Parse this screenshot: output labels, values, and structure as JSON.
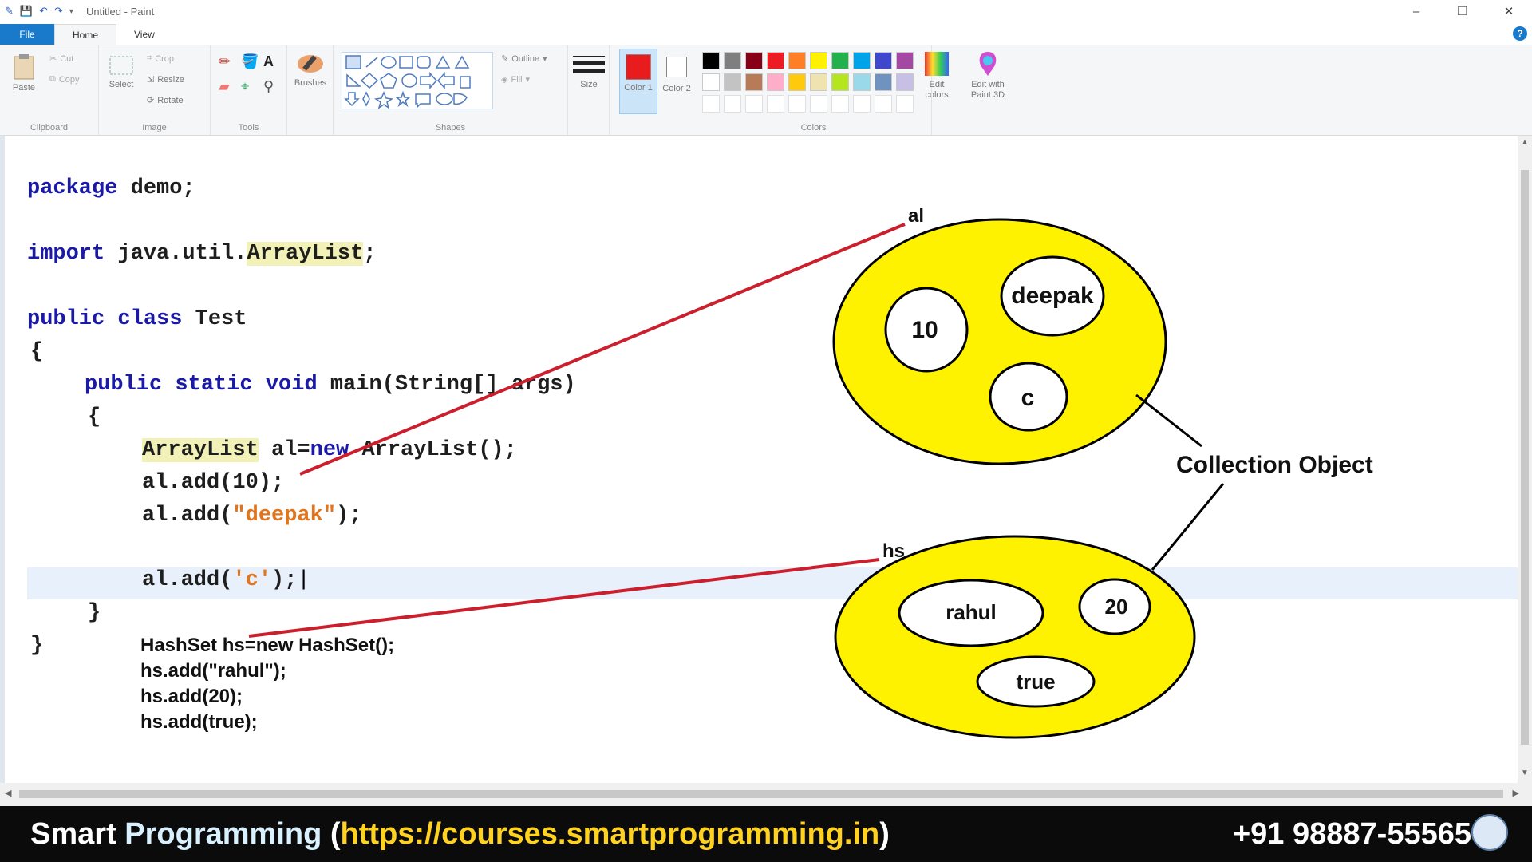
{
  "window": {
    "title": "Untitled - Paint",
    "controls": [
      "–",
      "❐",
      "✕"
    ]
  },
  "tabs": [
    {
      "label": "File"
    },
    {
      "label": "Home"
    },
    {
      "label": "View"
    }
  ],
  "ribbon": {
    "clipboard": {
      "paste": "Paste",
      "cut": "Cut",
      "copy": "Copy",
      "label": "Clipboard"
    },
    "image": {
      "select": "Select",
      "crop": "Crop",
      "resize": "Resize",
      "rotate": "Rotate",
      "label": "Image"
    },
    "tools": {
      "label": "Tools"
    },
    "brushes": {
      "label": "Brushes"
    },
    "shapes": {
      "outline": "Outline",
      "fill": "Fill",
      "label": "Shapes"
    },
    "size": {
      "label": "Size"
    },
    "color1": {
      "label": "Color 1",
      "value": "#e81c1c"
    },
    "color2": {
      "label": "Color 2",
      "value": "#ffffff"
    },
    "colors": {
      "label": "Colors",
      "palette_row1": [
        "#000000",
        "#7f7f7f",
        "#880015",
        "#ed1c24",
        "#ff7f27",
        "#fff200",
        "#22b14c",
        "#00a2e8",
        "#3f48cc",
        "#a349a4"
      ],
      "palette_row2": [
        "#ffffff",
        "#c3c3c3",
        "#b97a57",
        "#ffaec9",
        "#ffc90e",
        "#efe4b0",
        "#b5e61d",
        "#99d9ea",
        "#7092be",
        "#c8bfe7"
      ]
    },
    "edit_colors": "Edit colors",
    "edit_paint3d": "Edit with Paint 3D"
  },
  "code": {
    "line1": {
      "kw": "package",
      "rest": " demo;"
    },
    "line2": {
      "kw": "import",
      "mid": " java.util.",
      "hl": "ArrayList",
      "end": ";"
    },
    "line3": {
      "kw": "public class",
      "rest": " Test"
    },
    "line4": "{",
    "line5": {
      "kw": "public static void",
      "rest": " main(String[] args)"
    },
    "line6": "{",
    "line7": {
      "hl": "ArrayList",
      "mid": " al=",
      "kw": "new",
      "rest": " ArrayList();"
    },
    "line8": "al.add(10);",
    "line9": {
      "pre": "al.add(",
      "str": "\"deepak\"",
      "post": ");"
    },
    "line10": {
      "pre": "al.add(",
      "str": "'c'",
      "post": ");"
    },
    "line11": "}",
    "line12": "}"
  },
  "handwritten": [
    "HashSet hs=new HashSet();",
    "hs.add(\"rahul\");",
    "hs.add(20);",
    "hs.add(true);"
  ],
  "diagram": {
    "al_label": "al",
    "hs_label": "hs",
    "al_items": [
      "10",
      "deepak",
      "c"
    ],
    "hs_items": [
      "rahul",
      "20",
      "true"
    ],
    "caption": "Collection Object",
    "fill_color": "#fff200",
    "line_color": "#cc1f2e"
  },
  "banner": {
    "brand1": "Smart",
    "brand2": "Programming",
    "open": "(",
    "url": "https://courses.smartprogramming.in",
    "close": ")",
    "phone": "+91 98887-55565"
  }
}
